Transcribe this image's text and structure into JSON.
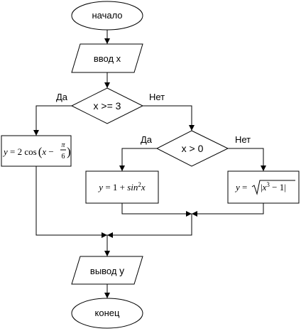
{
  "nodes": {
    "start": "начало",
    "input": "ввод x",
    "cond1": "x >= 3",
    "cond2": "x > 0",
    "output_prefix": "вывод ",
    "output_var": "y",
    "end": "конец"
  },
  "branches": {
    "cond1_yes": "Да",
    "cond1_no": "Нет",
    "cond2_yes": "Да",
    "cond2_no": "Нет"
  },
  "formulas": {
    "f1": "y = 2cos(x − π/6)",
    "f2": "y = 1 + sin²x",
    "f3": "y = √|x³ − 1|"
  }
}
